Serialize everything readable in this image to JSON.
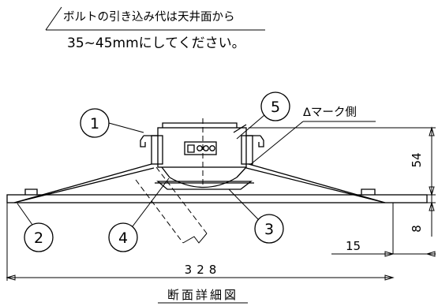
{
  "note": {
    "line1": "ボルトの引き込み代は天井面から",
    "line2": "35~45mmにしてください。"
  },
  "callouts": [
    {
      "id": "1",
      "label": "1"
    },
    {
      "id": "2",
      "label": "2"
    },
    {
      "id": "3",
      "label": "3"
    },
    {
      "id": "4",
      "label": "4"
    },
    {
      "id": "5",
      "label": "5"
    }
  ],
  "marker_label": "Δマーク側",
  "dimensions": {
    "height_top": "54",
    "height_bottom": "8",
    "flange": "15",
    "width": "328"
  },
  "caption": "断面詳細図"
}
